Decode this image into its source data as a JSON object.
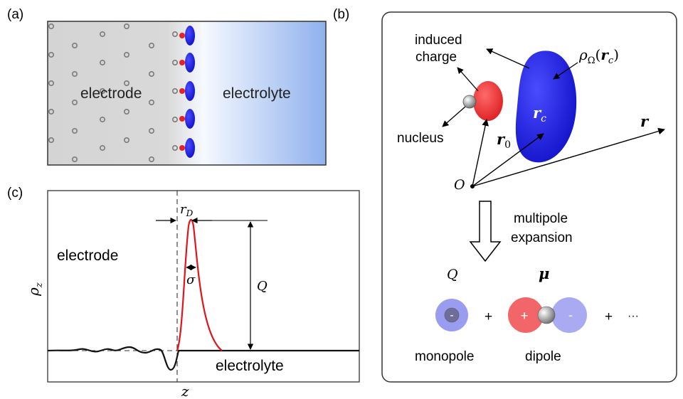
{
  "panel_a": {
    "tag": "(a)",
    "left_label": "electrode",
    "right_label": "electrolyte"
  },
  "panel_b": {
    "tag": "(b)",
    "induced_charge_line1": "induced",
    "induced_charge_line2": "charge",
    "rho_label_base": "ρ",
    "rho_label_sub": "Ω",
    "rho_label_arg_open": "(",
    "rho_label_arg": "r",
    "rho_label_arg_sub": "c",
    "rho_label_arg_close": ")",
    "nucleus_label": "nucleus",
    "r0_base": "r",
    "r0_sub": "0",
    "rc_base": "r",
    "rc_sub": "c",
    "r_label": "r",
    "origin_label": "O",
    "expansion_line1": "multipole",
    "expansion_line2": "expansion",
    "Q_label": "Q",
    "mu_label": "μ",
    "monopole_sign": "-",
    "dipole_plus_sign": "+",
    "dipole_minus_sign": "-",
    "plus_1": "+",
    "plus_2": "+",
    "ellipsis": "···",
    "monopole_label": "monopole",
    "dipole_label": "dipole"
  },
  "panel_c": {
    "tag": "(c)",
    "electrode_label": "electrode",
    "electrolyte_label": "electrolyte",
    "y_axis_base": "ρ",
    "y_axis_sub": "z",
    "x_axis_label": "z",
    "rD_base": "r",
    "rD_sub": "D",
    "sigma_label": "σ",
    "Q_label": "Q"
  },
  "colors": {
    "electrode_gray": "#d2d2d2",
    "electrolyte_blue": "#8fb2ee",
    "charge_blue": "#1a1adc",
    "charge_red": "#e8202a",
    "curve_red": "#e0151b",
    "monopole_fill": "#9a9cf0",
    "dipole_plus_fill": "#f2666a",
    "dipole_minus_fill": "#a9aaf2"
  }
}
